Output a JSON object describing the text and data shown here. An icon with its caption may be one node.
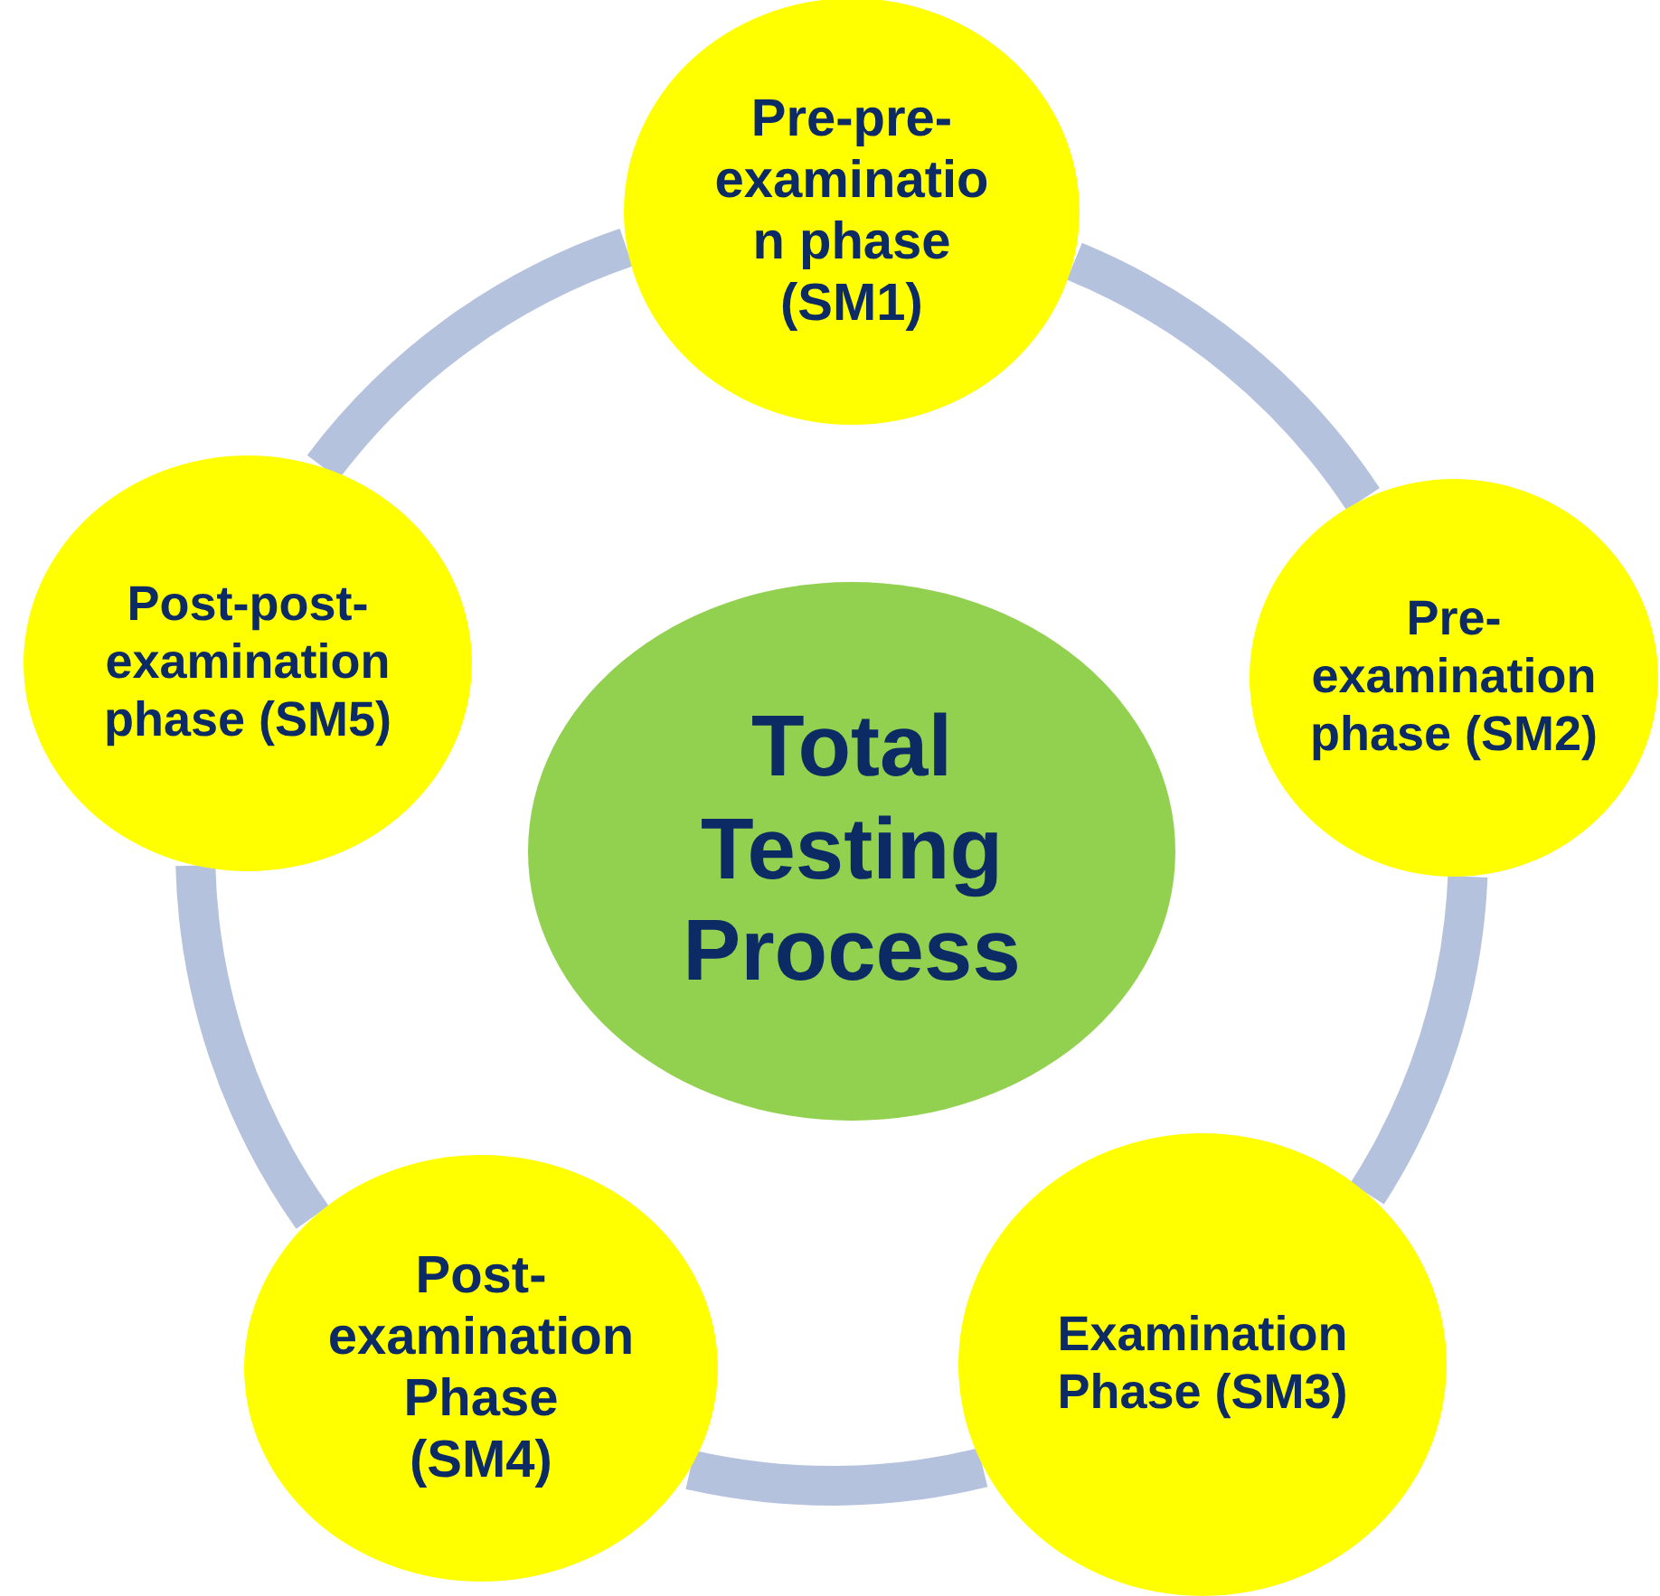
{
  "diagram": {
    "nodes": [
      {
        "text": [
          "Pre-pre-examination phase (SM1)"
        ]
      },
      {
        "text": [
          "Pre-examination phase (SM2)"
        ]
      },
      {
        "text": [
          "Examination Phase (SM3)"
        ]
      },
      {
        "text": [
          "Post-examination Phase (SM4)"
        ]
      },
      {
        "text": [
          "Post-post-examination phase (SM5)"
        ]
      },
      {
        "text": [
          "Total Testing Process"
        ]
      }
    ],
    "edges": [
      {
        "from": 0,
        "to": 1,
        "arrow": "none"
      },
      {
        "from": 1,
        "to": 2,
        "arrow": "none"
      },
      {
        "from": 2,
        "to": 3,
        "arrow": "none"
      },
      {
        "from": 3,
        "to": 4,
        "arrow": "none"
      },
      {
        "from": 4,
        "to": 0,
        "arrow": "none"
      }
    ]
  }
}
